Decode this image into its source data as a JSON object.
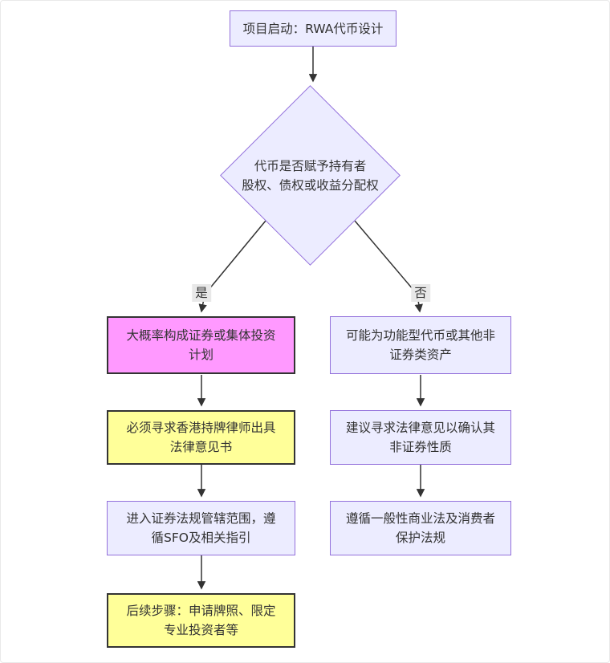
{
  "colors": {
    "node_fill": "#ECECFF",
    "node_border": "#9370DB",
    "pink_fill": "#ff99ff",
    "yellow_fill": "#ffff99",
    "emphasis_border": "#333333",
    "edge_stroke": "#333333",
    "edge_label_bg": "#e8e8e8",
    "text": "#333333"
  },
  "flowchart": {
    "start": {
      "label": "项目启动：RWA代币设计"
    },
    "decision": {
      "label": "代币是否赋予持有者\n股权、债权或收益分配权"
    },
    "edge_labels": {
      "yes": "是",
      "no": "否"
    },
    "yes_branch": [
      {
        "label": "大概率构成证券或集体投资\n计划",
        "style": "pink"
      },
      {
        "label": "必须寻求香港持牌律师出具\n法律意见书",
        "style": "yellow"
      },
      {
        "label": "进入证券法规管辖范围，遵\n循SFO及相关指引",
        "style": "default"
      },
      {
        "label": "后续步骤：申请牌照、限定\n专业投资者等",
        "style": "yellow"
      }
    ],
    "no_branch": [
      {
        "label": "可能为功能型代币或其他非\n证券类资产",
        "style": "default"
      },
      {
        "label": "建议寻求法律意见以确认其\n非证券性质",
        "style": "default"
      },
      {
        "label": "遵循一般性商业法及消费者\n保护法规",
        "style": "default"
      }
    ]
  }
}
